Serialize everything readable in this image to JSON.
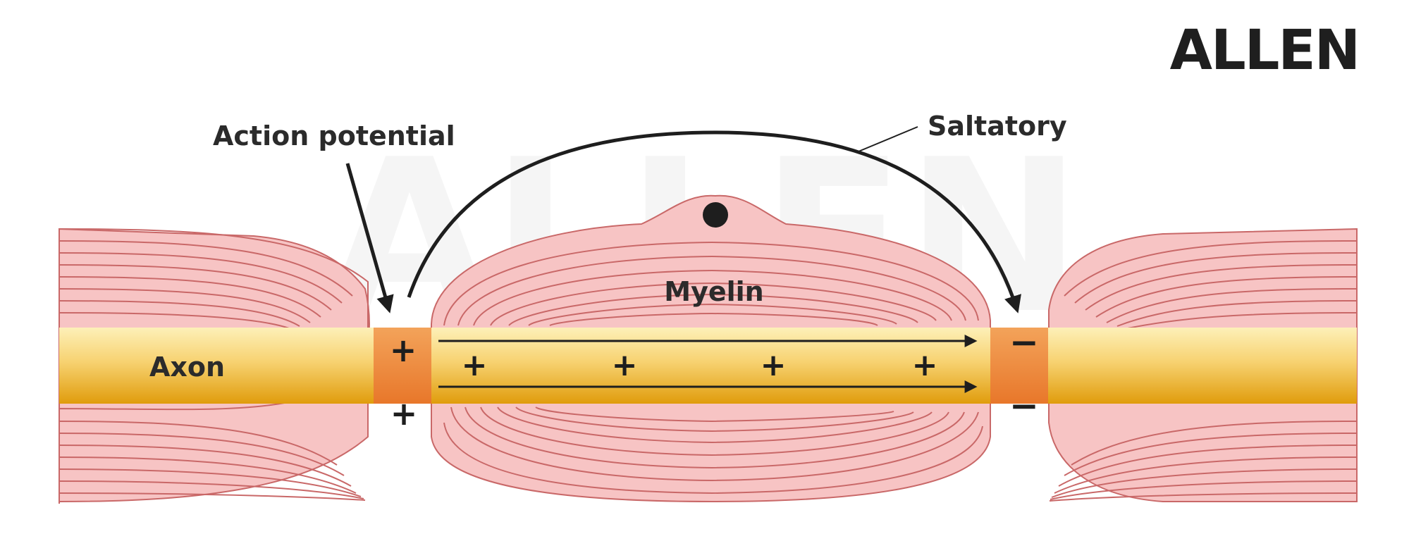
{
  "brand": {
    "logo_text": "ALLEN",
    "watermark_text": "ALLEN"
  },
  "labels": {
    "action_potential": "Action potential",
    "saltatory": "Saltatory",
    "myelin": "Myelin",
    "axon": "Axon"
  },
  "charges": {
    "node1_top": "+",
    "node1_bottom": "+",
    "node2_top": "−",
    "node2_bottom": "−",
    "internode": [
      "+",
      "+",
      "+",
      "+"
    ]
  },
  "colors": {
    "myelin_fill": "#f7c4c4",
    "myelin_line": "#c96868",
    "axon_light": "#fdeeb0",
    "axon_dark": "#e3a10e",
    "node_fill": "#ef8f3d",
    "ink": "#1e1e1e"
  }
}
